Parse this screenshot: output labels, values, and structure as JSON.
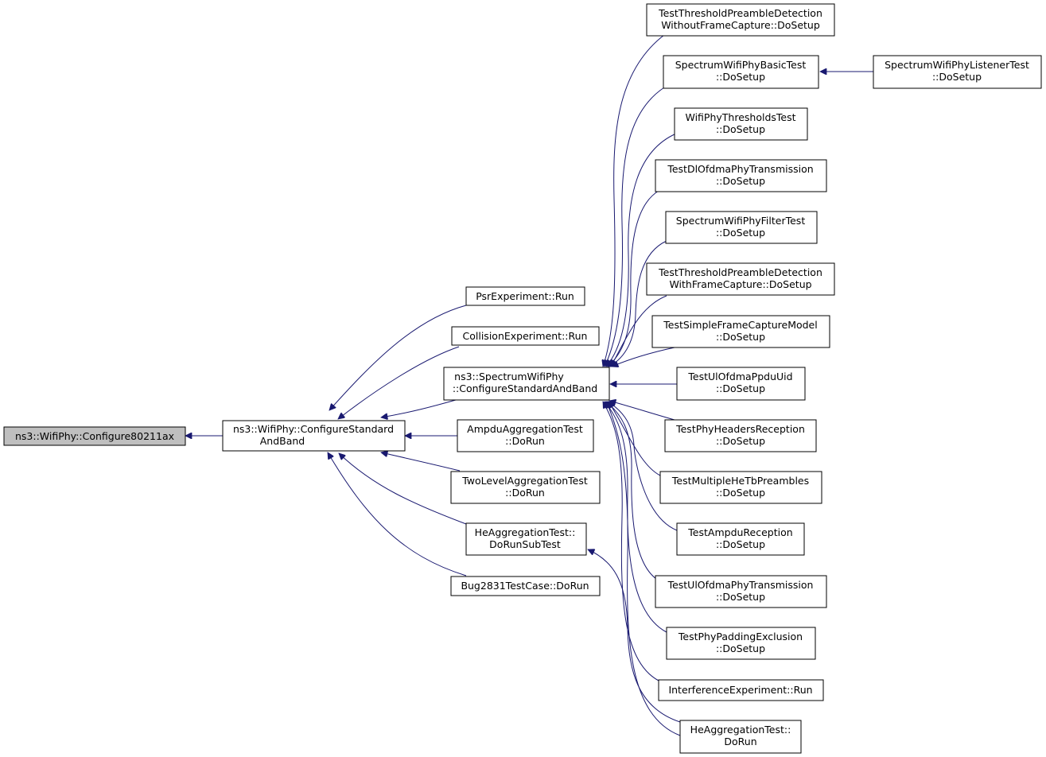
{
  "graph": {
    "nodes": {
      "configure80211ax": {
        "lines": [
          "ns3::WifiPhy::Configure80211ax"
        ],
        "root": true
      },
      "wifiphy_configure": {
        "lines": [
          "ns3::WifiPhy::ConfigureStandard",
          "AndBand"
        ]
      },
      "psr_run": {
        "lines": [
          "PsrExperiment::Run"
        ]
      },
      "collision_run": {
        "lines": [
          "CollisionExperiment::Run"
        ]
      },
      "spectrum_configure": {
        "lines": [
          "ns3::SpectrumWifiPhy",
          "::ConfigureStandardAndBand"
        ]
      },
      "ampdu_run": {
        "lines": [
          "AmpduAggregationTest",
          "::DoRun"
        ]
      },
      "twolevel_run": {
        "lines": [
          "TwoLevelAggregationTest",
          "::DoRun"
        ]
      },
      "heagg_subtest": {
        "lines": [
          "HeAggregationTest::",
          "DoRunSubTest"
        ]
      },
      "bug2831_run": {
        "lines": [
          "Bug2831TestCase::DoRun"
        ]
      },
      "tpd_without": {
        "lines": [
          "TestThresholdPreambleDetection",
          "WithoutFrameCapture::DoSetup"
        ]
      },
      "swp_basic": {
        "lines": [
          "SpectrumWifiPhyBasicTest",
          "::DoSetup"
        ]
      },
      "swp_listener": {
        "lines": [
          "SpectrumWifiPhyListenerTest",
          "::DoSetup"
        ]
      },
      "wp_thresholds": {
        "lines": [
          "WifiPhyThresholdsTest",
          "::DoSetup"
        ]
      },
      "dl_ofdma": {
        "lines": [
          "TestDlOfdmaPhyTransmission",
          "::DoSetup"
        ]
      },
      "swp_filter": {
        "lines": [
          "SpectrumWifiPhyFilterTest",
          "::DoSetup"
        ]
      },
      "tpd_with": {
        "lines": [
          "TestThresholdPreambleDetection",
          "WithFrameCapture::DoSetup"
        ]
      },
      "simple_capture": {
        "lines": [
          "TestSimpleFrameCaptureModel",
          "::DoSetup"
        ]
      },
      "ul_ppdu_uid": {
        "lines": [
          "TestUlOfdmaPpduUid",
          "::DoSetup"
        ]
      },
      "phy_headers": {
        "lines": [
          "TestPhyHeadersReception",
          "::DoSetup"
        ]
      },
      "multi_hetb": {
        "lines": [
          "TestMultipleHeTbPreambles",
          "::DoSetup"
        ]
      },
      "ampdu_reception": {
        "lines": [
          "TestAmpduReception",
          "::DoSetup"
        ]
      },
      "ul_ofdma": {
        "lines": [
          "TestUlOfdmaPhyTransmission",
          "::DoSetup"
        ]
      },
      "phy_padding": {
        "lines": [
          "TestPhyPaddingExclusion",
          "::DoSetup"
        ]
      },
      "interference_run": {
        "lines": [
          "InterferenceExperiment::Run"
        ]
      },
      "heagg_run": {
        "lines": [
          "HeAggregationTest::",
          "DoRun"
        ]
      }
    },
    "edges": [
      {
        "from": "wifiphy_configure",
        "to": "configure80211ax"
      },
      {
        "from": "psr_run",
        "to": "wifiphy_configure"
      },
      {
        "from": "collision_run",
        "to": "wifiphy_configure"
      },
      {
        "from": "spectrum_configure",
        "to": "wifiphy_configure"
      },
      {
        "from": "ampdu_run",
        "to": "wifiphy_configure"
      },
      {
        "from": "twolevel_run",
        "to": "wifiphy_configure"
      },
      {
        "from": "heagg_subtest",
        "to": "wifiphy_configure"
      },
      {
        "from": "bug2831_run",
        "to": "wifiphy_configure"
      },
      {
        "from": "tpd_without",
        "to": "spectrum_configure"
      },
      {
        "from": "swp_basic",
        "to": "spectrum_configure"
      },
      {
        "from": "wp_thresholds",
        "to": "spectrum_configure"
      },
      {
        "from": "dl_ofdma",
        "to": "spectrum_configure"
      },
      {
        "from": "swp_filter",
        "to": "spectrum_configure"
      },
      {
        "from": "tpd_with",
        "to": "spectrum_configure"
      },
      {
        "from": "simple_capture",
        "to": "spectrum_configure"
      },
      {
        "from": "ul_ppdu_uid",
        "to": "spectrum_configure"
      },
      {
        "from": "phy_headers",
        "to": "spectrum_configure"
      },
      {
        "from": "multi_hetb",
        "to": "spectrum_configure"
      },
      {
        "from": "ampdu_reception",
        "to": "spectrum_configure"
      },
      {
        "from": "ul_ofdma",
        "to": "spectrum_configure"
      },
      {
        "from": "phy_padding",
        "to": "spectrum_configure"
      },
      {
        "from": "interference_run",
        "to": "spectrum_configure"
      },
      {
        "from": "heagg_run",
        "to": "spectrum_configure"
      },
      {
        "from": "swp_listener",
        "to": "swp_basic"
      },
      {
        "from": "heagg_run",
        "to": "heagg_subtest"
      }
    ]
  }
}
